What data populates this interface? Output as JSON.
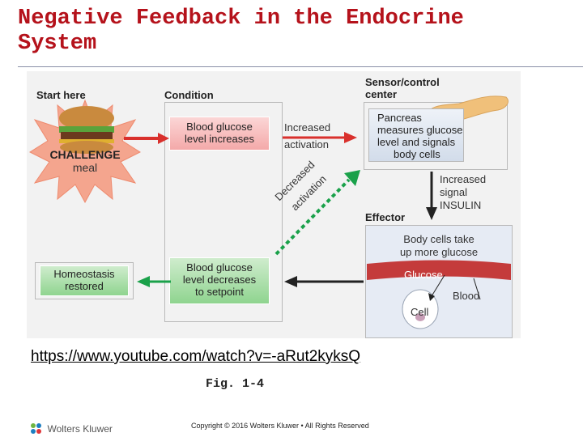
{
  "slide": {
    "title": "Negative Feedback in the Endocrine System",
    "url": "https://www.youtube.com/watch?v=-aRut2kyksQ",
    "figure": "Fig. 1-4",
    "copyright": "Copyright © 2016 Wolters Kluwer • All Rights Reserved",
    "logo_text": "Wolters Kluwer"
  },
  "diagram": {
    "start_here": "Start here",
    "condition": "Condition",
    "sensor_line1": "Sensor/control",
    "sensor_line2": "center",
    "effector": "Effector",
    "challenge": "CHALLENGE",
    "meal": "meal",
    "box_increase": [
      "Blood glucose",
      "level increases"
    ],
    "arrow_increased": [
      "Increased",
      "activation"
    ],
    "box_pancreas": [
      "Pancreas",
      "measures glucose",
      "level and signals",
      "body cells"
    ],
    "signal_insulin": [
      "Increased",
      "signal",
      "INSULIN"
    ],
    "decreased_activation": [
      "Decreased",
      "activation"
    ],
    "box_body_cells": [
      "Body cells take",
      "up more glucose"
    ],
    "glucose": "Glucose",
    "blood": "Blood",
    "cell": "Cell",
    "box_decrease": [
      "Blood glucose",
      "level decreases",
      "to setpoint"
    ],
    "box_homeostasis": [
      "Homeostasis",
      "restored"
    ],
    "colors": {
      "title": "#b5121b",
      "red_arrow": "#d9302c",
      "green_arrow": "#1aa14a",
      "black_arrow": "#222222"
    }
  }
}
